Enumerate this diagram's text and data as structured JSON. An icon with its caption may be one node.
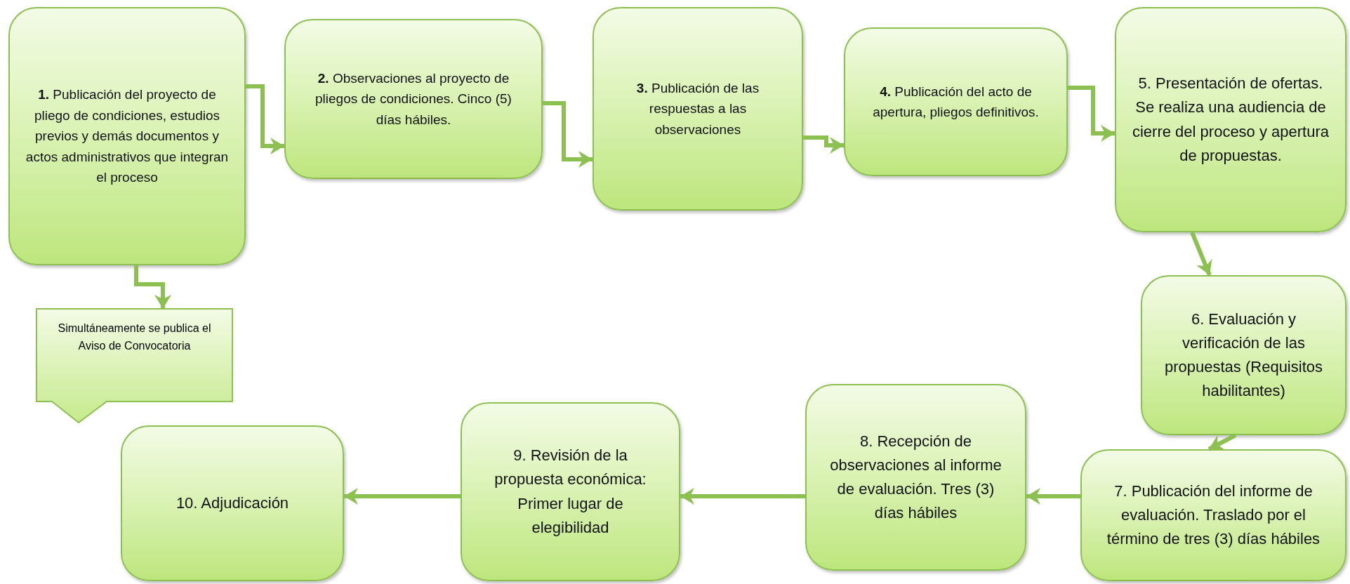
{
  "diagram": {
    "nodes": [
      {
        "text": [
          "**1.**  Publicación del proyecto de pliego de condiciones, estudios previos y demás documentos y actos administrativos que integran el proceso"
        ]
      },
      {
        "text": [
          "**2.** Observaciones al proyecto de pliegos de condiciones. Cinco (5) días hábiles."
        ]
      },
      {
        "text": [
          "**3.** Publicación de las respuestas a las observaciones"
        ]
      },
      {
        "text": [
          "**4.** Publicación del acto de apertura, pliegos definitivos."
        ]
      },
      {
        "text": [
          "5. Presentación de ofertas. Se realiza una audiencia de cierre del proceso y apertura de propuestas."
        ]
      },
      {
        "text": [
          "6. Evaluación y verificación de las propuestas (Requisitos habilitantes)"
        ]
      },
      {
        "text": [
          "7. Publicación del informe de evaluación. Traslado por el término de tres (3) días hábiles"
        ]
      },
      {
        "text": [
          "8. Recepción de observaciones al informe de evaluación. Tres (3) días hábiles"
        ]
      },
      {
        "text": [
          "9. Revisión de la propuesta económica: Primer lugar de elegibilidad"
        ]
      },
      {
        "text": [
          "10. Adjudicación"
        ]
      },
      {
        "text": [
          "Simultáneamente se publica el Aviso de Convocatoria"
        ]
      }
    ],
    "edges": [
      {
        "from": 0,
        "to": 1,
        "arrow": "to"
      },
      {
        "from": 1,
        "to": 2,
        "arrow": "to"
      },
      {
        "from": 2,
        "to": 3,
        "arrow": "to"
      },
      {
        "from": 3,
        "to": 4,
        "arrow": "to"
      },
      {
        "from": 4,
        "to": 5,
        "arrow": "to"
      },
      {
        "from": 5,
        "to": 6,
        "arrow": "to"
      },
      {
        "from": 6,
        "to": 7,
        "arrow": "to"
      },
      {
        "from": 7,
        "to": 8,
        "arrow": "to"
      },
      {
        "from": 8,
        "to": 9,
        "arrow": "to"
      },
      {
        "from": 0,
        "to": 10,
        "arrow": "to"
      }
    ]
  }
}
